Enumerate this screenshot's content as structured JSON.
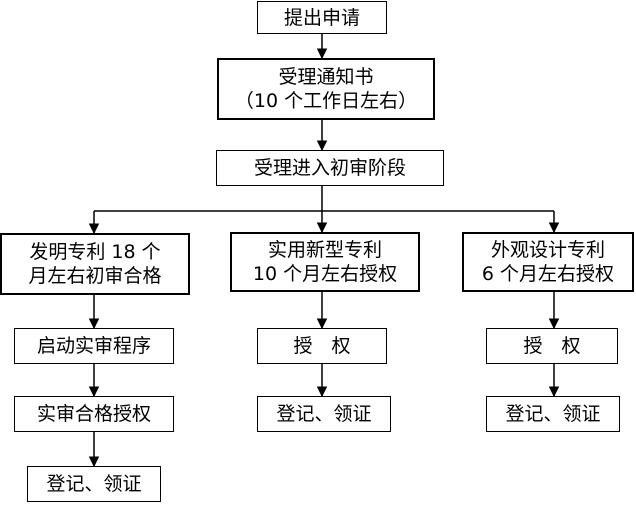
{
  "flowchart": {
    "nodes": [
      {
        "id": "submit",
        "lines": [
          "提出申请"
        ]
      },
      {
        "id": "notice",
        "lines": [
          "受理通知书",
          "（10 个工作日左右）"
        ]
      },
      {
        "id": "prelim",
        "lines": [
          "受理进入初审阶段"
        ]
      },
      {
        "id": "invention",
        "lines": [
          "发明专利 18 个",
          "月左右初审合格"
        ]
      },
      {
        "id": "utility",
        "lines": [
          "实用新型专利",
          "10 个月左右授权"
        ]
      },
      {
        "id": "design",
        "lines": [
          "外观设计专利",
          "6 个月左右授权"
        ]
      },
      {
        "id": "substantive",
        "lines": [
          "启动实审程序"
        ]
      },
      {
        "id": "utility-grant",
        "lines": [
          "授　权"
        ]
      },
      {
        "id": "design-grant",
        "lines": [
          "授　权"
        ]
      },
      {
        "id": "substantive-grant",
        "lines": [
          "实审合格授权"
        ]
      },
      {
        "id": "utility-register",
        "lines": [
          "登记、领证"
        ]
      },
      {
        "id": "design-register",
        "lines": [
          "登记、领证"
        ]
      },
      {
        "id": "invention-register",
        "lines": [
          "登记、领证"
        ]
      }
    ]
  }
}
